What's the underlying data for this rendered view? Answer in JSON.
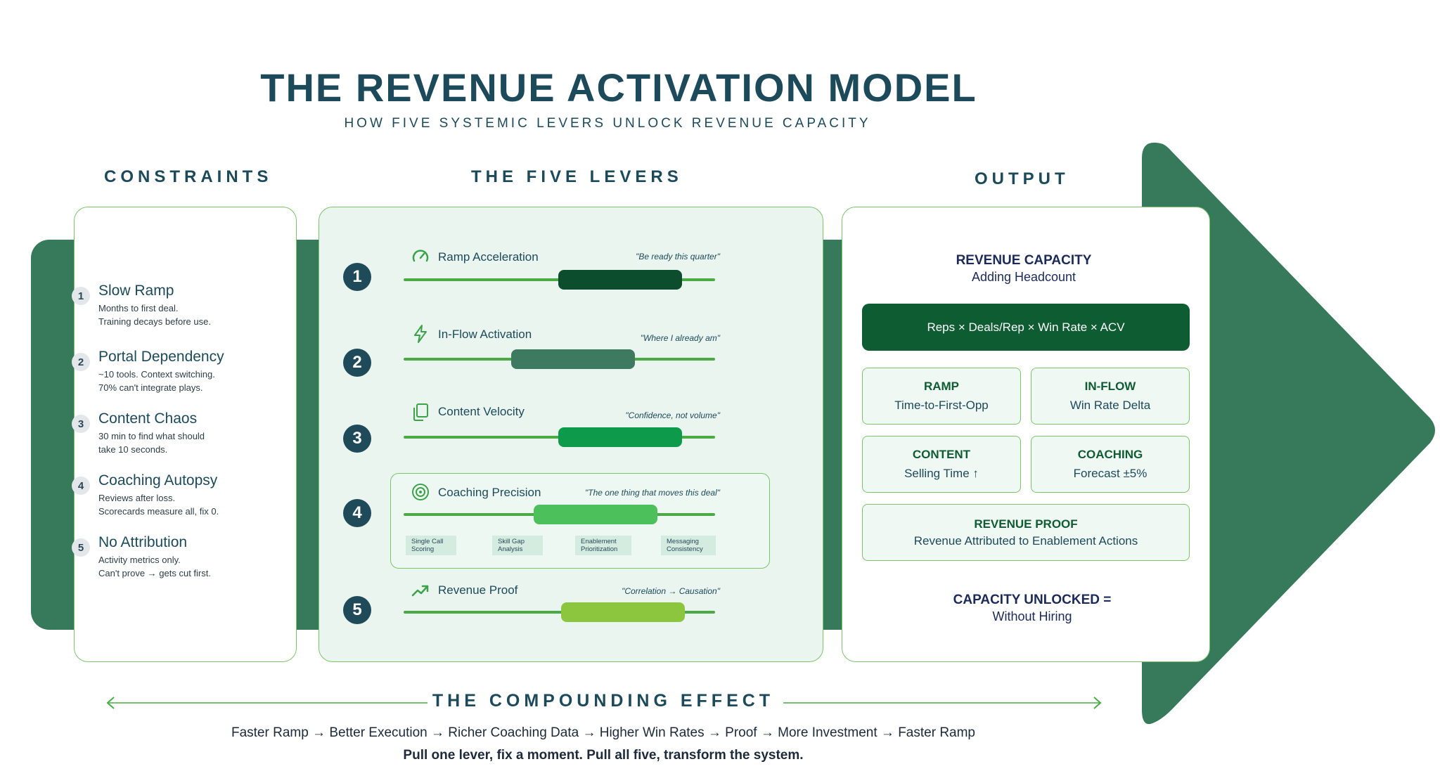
{
  "header": {
    "title": "THE REVENUE ACTIVATION MODEL",
    "subtitle": "HOW FIVE SYSTEMIC LEVERS UNLOCK REVENUE CAPACITY"
  },
  "columns": {
    "constraints": "CONSTRAINTS",
    "levers": "THE FIVE LEVERS",
    "output": "OUTPUT"
  },
  "constraints": [
    {
      "num": "1",
      "title": "Slow Ramp",
      "line1": "Months to first deal.",
      "line2": "Training decays before use."
    },
    {
      "num": "2",
      "title": "Portal Dependency",
      "line1": "~10 tools. Context switching.",
      "line2": "70% can't integrate plays."
    },
    {
      "num": "3",
      "title": "Content Chaos",
      "line1": "30 min to find what should",
      "line2": "take 10 seconds."
    },
    {
      "num": "4",
      "title": "Coaching Autopsy",
      "line1": "Reviews after loss.",
      "line2": "Scorecards measure all, fix 0."
    },
    {
      "num": "5",
      "title": "No Attribution",
      "line1": "Activity metrics only.",
      "line2": "Can't prove → gets cut first."
    }
  ],
  "levers": [
    {
      "num": "1",
      "name": "Ramp Acceleration",
      "quote": "\"Be ready this quarter\"",
      "icon": "gauge-icon",
      "color": "#0b4d2c"
    },
    {
      "num": "2",
      "name": "In-Flow Activation",
      "quote": "\"Where I already am\"",
      "icon": "lightning-icon",
      "color": "#3e7a5f"
    },
    {
      "num": "3",
      "name": "Content Velocity",
      "quote": "\"Confidence, not volume\"",
      "icon": "copy-icon",
      "color": "#0d9a4a"
    },
    {
      "num": "4",
      "name": "Coaching Precision",
      "quote": "\"The one thing that moves this deal\"",
      "icon": "target-icon",
      "color": "#4cc05a"
    },
    {
      "num": "5",
      "name": "Revenue Proof",
      "quote": "\"Correlation → Causation\"",
      "icon": "trend-up-icon",
      "color": "#8cc63f"
    }
  ],
  "coaching_subitems": [
    {
      "line1": "Single Call",
      "line2": "Scoring"
    },
    {
      "line1": "Skill Gap",
      "line2": "Analysis"
    },
    {
      "line1": "Enablement",
      "line2": "Prioritization"
    },
    {
      "line1": "Messaging",
      "line2": "Consistency"
    }
  ],
  "output": {
    "capacity_title": "REVENUE CAPACITY",
    "capacity_sub": "Adding Headcount",
    "formula": "Reps × Deals/Rep × Win Rate × ACV",
    "metrics": [
      {
        "title": "RAMP",
        "text": "Time-to-First-Opp"
      },
      {
        "title": "IN-FLOW",
        "text": "Win Rate Delta"
      },
      {
        "title": "CONTENT",
        "text": "Selling Time ↑"
      },
      {
        "title": "COACHING",
        "text": "Forecast ±5%"
      }
    ],
    "proof_title": "REVENUE PROOF",
    "proof_text": "Revenue Attributed to Enablement Actions",
    "unlocked_title": "CAPACITY UNLOCKED =",
    "unlocked_sub": "Without Hiring"
  },
  "footer": {
    "heading": "THE COMPOUNDING EFFECT",
    "cycle": "Faster Ramp → Better Execution → Richer Coaching Data → Higher Win Rates → Proof → More Investment → Faster Ramp",
    "tagline": "Pull one lever, fix a moment.  Pull all five, transform the system."
  },
  "colors": {
    "band": "#377a5b",
    "navy": "#1c4a5a",
    "dark_green": "#0d5c32",
    "accent_green": "#4aab45"
  }
}
